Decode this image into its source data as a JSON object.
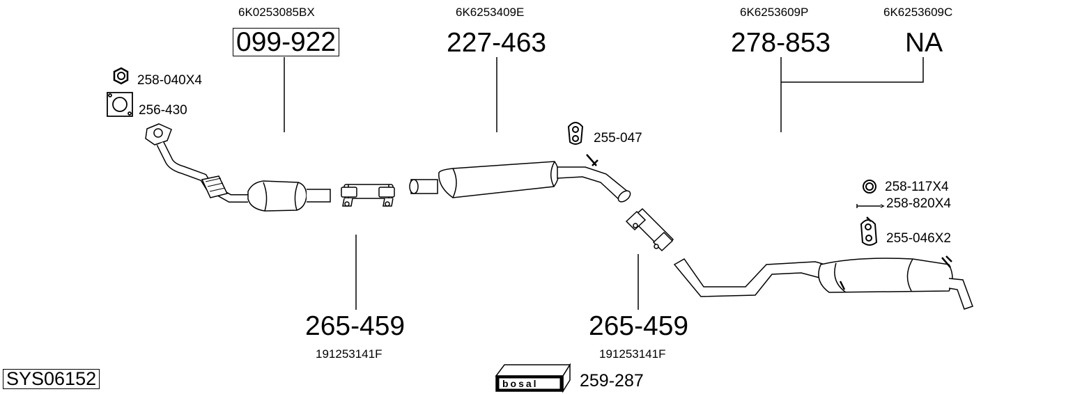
{
  "system_code": "SYS06152",
  "parts": {
    "front_pipe": {
      "number": "099-922",
      "oem": "6K0253085BX"
    },
    "middle_silencer": {
      "number": "227-463",
      "oem": "6K6253409E"
    },
    "rear_silencer": {
      "number": "278-853",
      "oem": "6K6253609P"
    },
    "rear_silencer_alt": {
      "number": "NA",
      "oem": "6K6253609C"
    },
    "clamp_1": {
      "number": "265-459",
      "oem": "191253141F"
    },
    "clamp_2": {
      "number": "265-459",
      "oem": "191253141F"
    },
    "nut": {
      "number": "258-040X4"
    },
    "gasket": {
      "number": "256-430"
    },
    "rubber_mount_1": {
      "number": "255-047"
    },
    "ring": {
      "number": "258-117X4"
    },
    "bolt": {
      "number": "258-820X4"
    },
    "rubber_mount_2": {
      "number": "255-046X2"
    },
    "mounting_kit": {
      "number": "259-287",
      "brand": "bosal"
    }
  }
}
